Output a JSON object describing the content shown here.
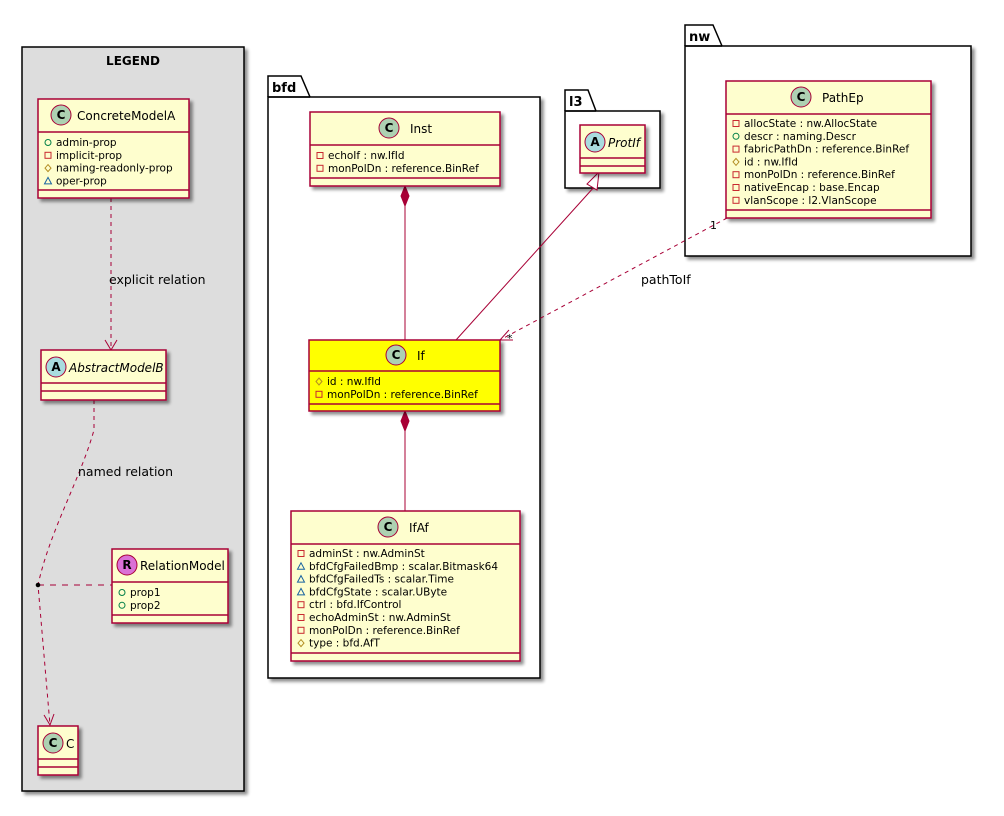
{
  "legend": {
    "title": "LEGEND",
    "concrete": {
      "badge": "C",
      "name": "ConcreteModelA",
      "attrs": [
        {
          "vis": "+",
          "text": "admin-prop"
        },
        {
          "vis": "-",
          "text": "implicit-prop"
        },
        {
          "vis": "#",
          "text": "naming-readonly-prop"
        },
        {
          "vis": "~",
          "text": "oper-prop"
        }
      ]
    },
    "abstract": {
      "badge": "A",
      "name": "AbstractModelB"
    },
    "relation_model": {
      "badge": "R",
      "name": "RelationModel",
      "attrs": [
        {
          "vis": "+",
          "text": "prop1"
        },
        {
          "vis": "+",
          "text": "prop2"
        }
      ]
    },
    "c_class": {
      "badge": "C",
      "name": "C"
    },
    "explicit_label": "explicit relation",
    "named_label": "named relation"
  },
  "packages": {
    "bfd": "bfd",
    "l3": "l3",
    "nw": "nw"
  },
  "classes": {
    "inst": {
      "badge": "C",
      "name": "Inst",
      "attrs": [
        {
          "vis": "-",
          "text": "echoIf : nw.IfId"
        },
        {
          "vis": "-",
          "text": "monPolDn : reference.BinRef"
        }
      ]
    },
    "if": {
      "badge": "C",
      "name": "If",
      "attrs": [
        {
          "vis": "#",
          "text": "id : nw.IfId"
        },
        {
          "vis": "-",
          "text": "monPolDn : reference.BinRef"
        }
      ]
    },
    "ifaf": {
      "badge": "C",
      "name": "IfAf",
      "attrs": [
        {
          "vis": "-",
          "text": "adminSt : nw.AdminSt"
        },
        {
          "vis": "~",
          "text": "bfdCfgFailedBmp : scalar.Bitmask64"
        },
        {
          "vis": "~",
          "text": "bfdCfgFailedTs : scalar.Time"
        },
        {
          "vis": "~",
          "text": "bfdCfgState : scalar.UByte"
        },
        {
          "vis": "-",
          "text": "ctrl : bfd.IfControl"
        },
        {
          "vis": "-",
          "text": "echoAdminSt : nw.AdminSt"
        },
        {
          "vis": "-",
          "text": "monPolDn : reference.BinRef"
        },
        {
          "vis": "#",
          "text": "type : bfd.AfT"
        }
      ]
    },
    "protif": {
      "badge": "A",
      "name": "ProtIf"
    },
    "pathep": {
      "badge": "C",
      "name": "PathEp",
      "attrs": [
        {
          "vis": "-",
          "text": "allocState : nw.AllocState"
        },
        {
          "vis": "+",
          "text": "descr : naming.Descr"
        },
        {
          "vis": "-",
          "text": "fabricPathDn : reference.BinRef"
        },
        {
          "vis": "#",
          "text": "id : nw.IfId"
        },
        {
          "vis": "-",
          "text": "monPolDn : reference.BinRef"
        },
        {
          "vis": "-",
          "text": "nativeEncap : base.Encap"
        },
        {
          "vis": "-",
          "text": "vlanScope : l2.VlanScope"
        }
      ]
    }
  },
  "relations": {
    "pathtoif_label": "pathToIf",
    "pathtoif_src_mult": "1",
    "pathtoif_dst_mult": "*"
  },
  "colors": {
    "class_fill": "#FEFECE",
    "class_border": "#A80036",
    "highlight_fill": "#FFFF00",
    "legend_bg": "#DDDDDD",
    "badge_concrete": "#ADD1B2",
    "badge_abstract": "#A9DCDF",
    "badge_relation": "#DA70D6"
  }
}
